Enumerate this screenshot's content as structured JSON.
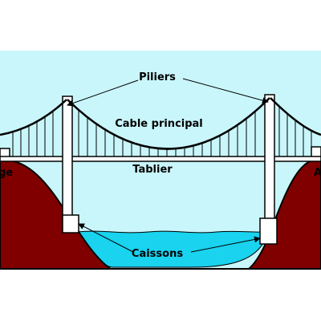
{
  "diagram": {
    "labels": {
      "towers": "Piliers",
      "main_cable": "Cable principal",
      "deck": "Tablier",
      "caissons": "Caissons",
      "left_anchorage": "ge",
      "right_anchorage": "A"
    }
  },
  "colors": {
    "sky": "#c9f6fa",
    "ground": "#800000",
    "water": "#19d3ef",
    "structure": "#ffffff",
    "outline": "#000000"
  }
}
